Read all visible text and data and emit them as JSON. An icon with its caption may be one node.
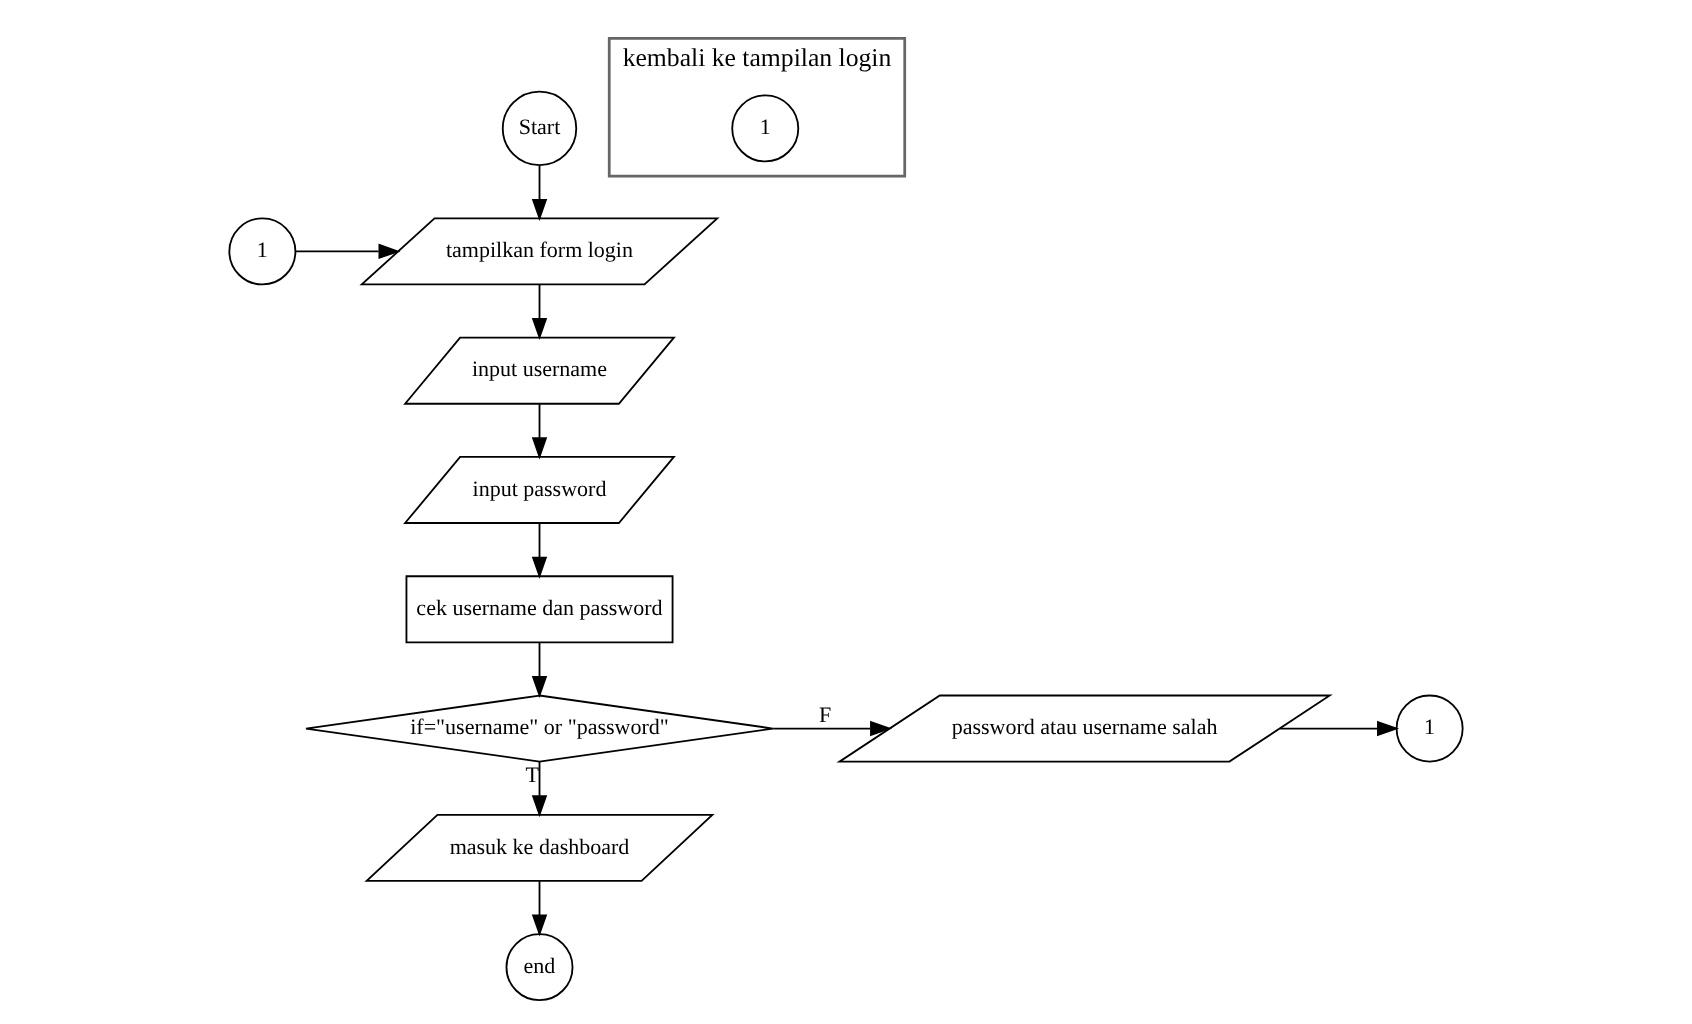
{
  "diagram": {
    "nodes": [
      {
        "text": [
          "Start"
        ]
      },
      {
        "text": [
          "1"
        ]
      },
      {
        "text": [
          "tampilkan form login"
        ]
      },
      {
        "text": [
          "input username"
        ]
      },
      {
        "text": [
          "input password"
        ]
      },
      {
        "text": [
          "cek username dan password"
        ]
      },
      {
        "text": [
          "if=\"username\" or \"password\""
        ]
      },
      {
        "text": [
          "password atau username salah"
        ]
      },
      {
        "text": [
          "1"
        ]
      },
      {
        "text": [
          "masuk ke dashboard"
        ]
      },
      {
        "text": [
          "end"
        ]
      },
      {
        "text": [
          "kembali ke tampilan login"
        ]
      },
      {
        "text": [
          "1"
        ],
        "in": 11
      }
    ],
    "edges": [
      {
        "from": 0,
        "to": 2,
        "arrow": "to"
      },
      {
        "from": 1,
        "to": 2,
        "arrow": "to"
      },
      {
        "from": 2,
        "to": 3,
        "arrow": "to"
      },
      {
        "from": 3,
        "to": 4,
        "arrow": "to"
      },
      {
        "from": 4,
        "to": 5,
        "arrow": "to"
      },
      {
        "from": 5,
        "to": 6,
        "arrow": "to"
      },
      {
        "from": 6,
        "to": 7,
        "arrow": "to",
        "label": "F"
      },
      {
        "from": 7,
        "to": 8,
        "arrow": "to"
      },
      {
        "from": 6,
        "to": 9,
        "arrow": "to",
        "label": "T"
      },
      {
        "from": 9,
        "to": 10,
        "arrow": "to"
      }
    ]
  }
}
